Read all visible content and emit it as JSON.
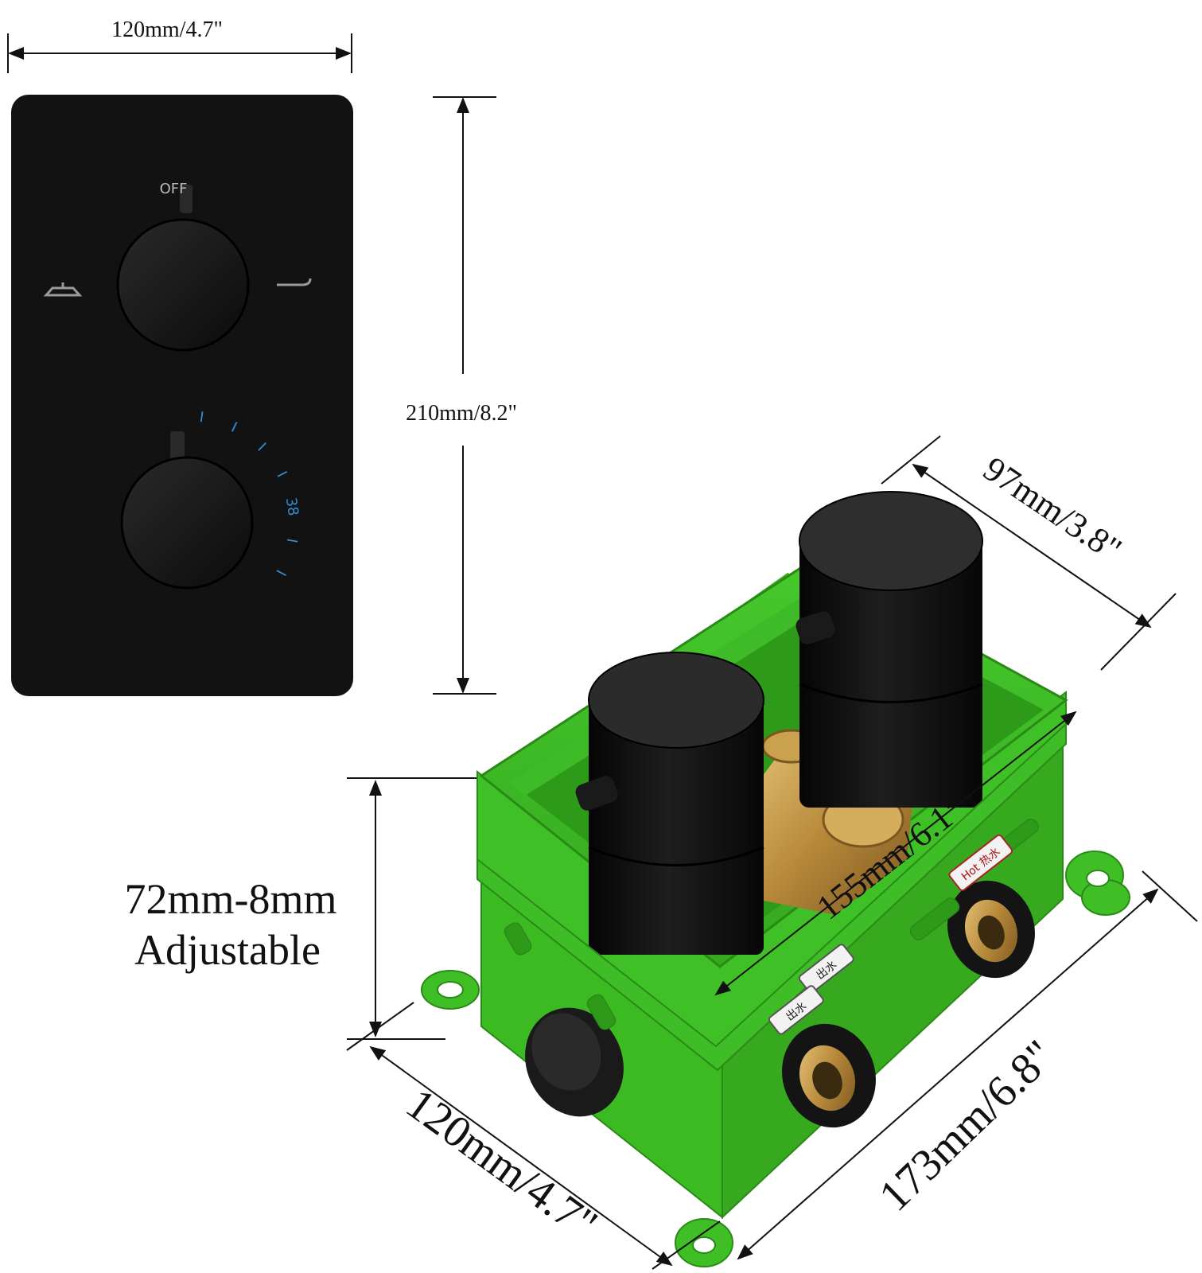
{
  "dimensions": {
    "plate_width": "120mm/4.7\"",
    "plate_height": "210mm/8.2\"",
    "box_depth": "97mm/3.8\"",
    "box_inner_length": "155mm/6.1\"",
    "box_width": "120mm/4.7\"",
    "box_length": "173mm/6.8\"",
    "adjust_range": "72mm-8mm",
    "adjust_word": "Adjustable"
  },
  "plate": {
    "off_label": "OFF",
    "scale_marks": [
      "I",
      "I",
      "I",
      "I",
      "38",
      "I",
      "I"
    ]
  },
  "box_labels": {
    "hot": "Hot 热水",
    "cold_1": "出水",
    "cold_2": "出水"
  },
  "colors": {
    "plate": "#111111",
    "box_green": "#3fbf25",
    "box_green_dark": "#2e8f1c",
    "brass": "#c8a04a",
    "scale_blue": "#2e8fd6"
  }
}
